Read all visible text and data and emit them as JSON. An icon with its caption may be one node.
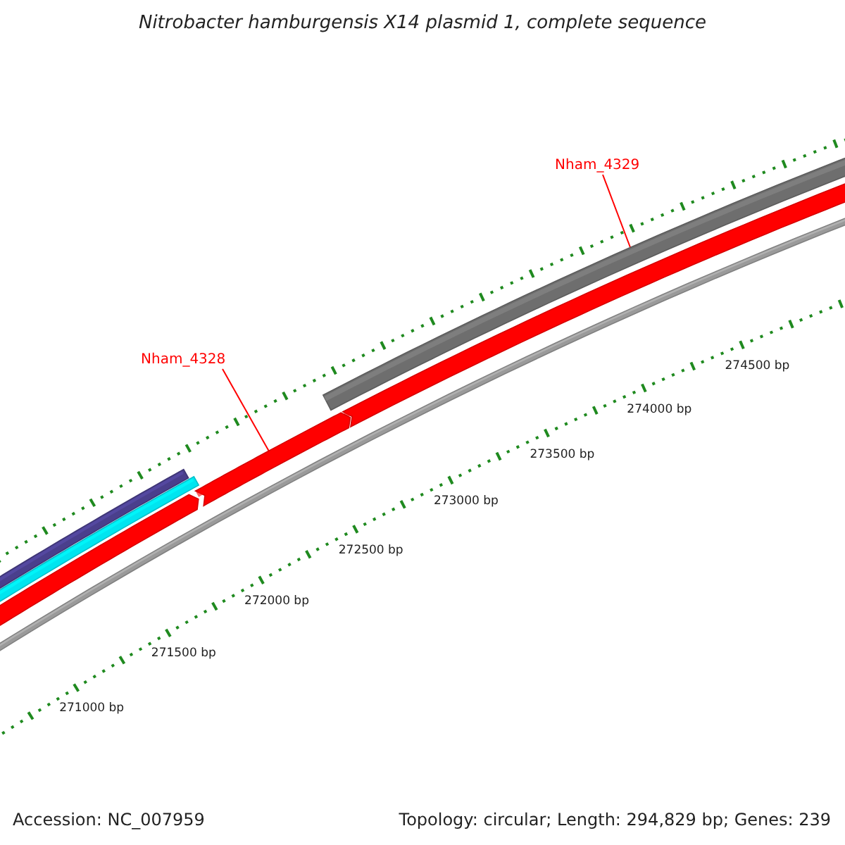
{
  "diagram": {
    "title": "Nitrobacter hamburgensis X14 plasmid 1, complete sequence",
    "nodes": [
      {
        "text": [
          "Nham_4328"
        ]
      },
      {
        "text": [],
        "shape": "bar"
      },
      {
        "text": [
          "Nham_4329"
        ]
      },
      {
        "text": [],
        "shape": "bar"
      }
    ],
    "edges": [
      {
        "from": 0,
        "to": 1,
        "arrow": "none"
      },
      {
        "from": 2,
        "to": 3,
        "arrow": "none"
      }
    ],
    "labels": [
      "274500 bp",
      "274000 bp",
      "273500 bp",
      "273000 bp",
      "272500 bp",
      "272000 bp",
      "271500 bp",
      "271000 bp",
      "Accession: NC_007959",
      "Topology: circular; Length: 294,829 bp; Genes: 239"
    ]
  }
}
